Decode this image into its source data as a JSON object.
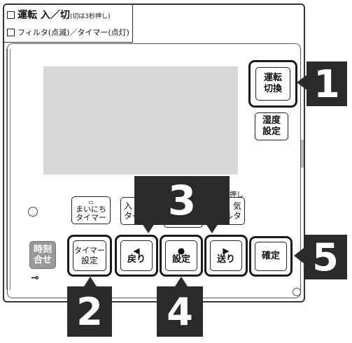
{
  "label": {
    "line1_main": "運転 入／切",
    "line1_note": "(切は3秒押し)",
    "line2": "フィルタ(点滅)／タイマー(点灯)"
  },
  "buttons": {
    "mode_switch": [
      "運転",
      "切換"
    ],
    "humidity": [
      "湿度",
      "設定"
    ],
    "mainichi": [
      "まいにち",
      "タイマー"
    ],
    "mainichi_icon": "▭",
    "on_timer_partial": [
      "入",
      "タイ"
    ],
    "filter_partial": [
      "気",
      "ルタ"
    ],
    "filter_top": "押し",
    "timer_set": [
      "タイマー",
      "設定"
    ],
    "back": "戻り",
    "back_icon": "◀",
    "set": "設定",
    "set_icon": "●",
    "forward": "送り",
    "forward_icon": "▶",
    "confirm": "確定",
    "clock": [
      "時刻",
      "合せ"
    ],
    "key_icon": "⊸"
  },
  "callouts": [
    "1",
    "2",
    "3",
    "4",
    "5"
  ]
}
